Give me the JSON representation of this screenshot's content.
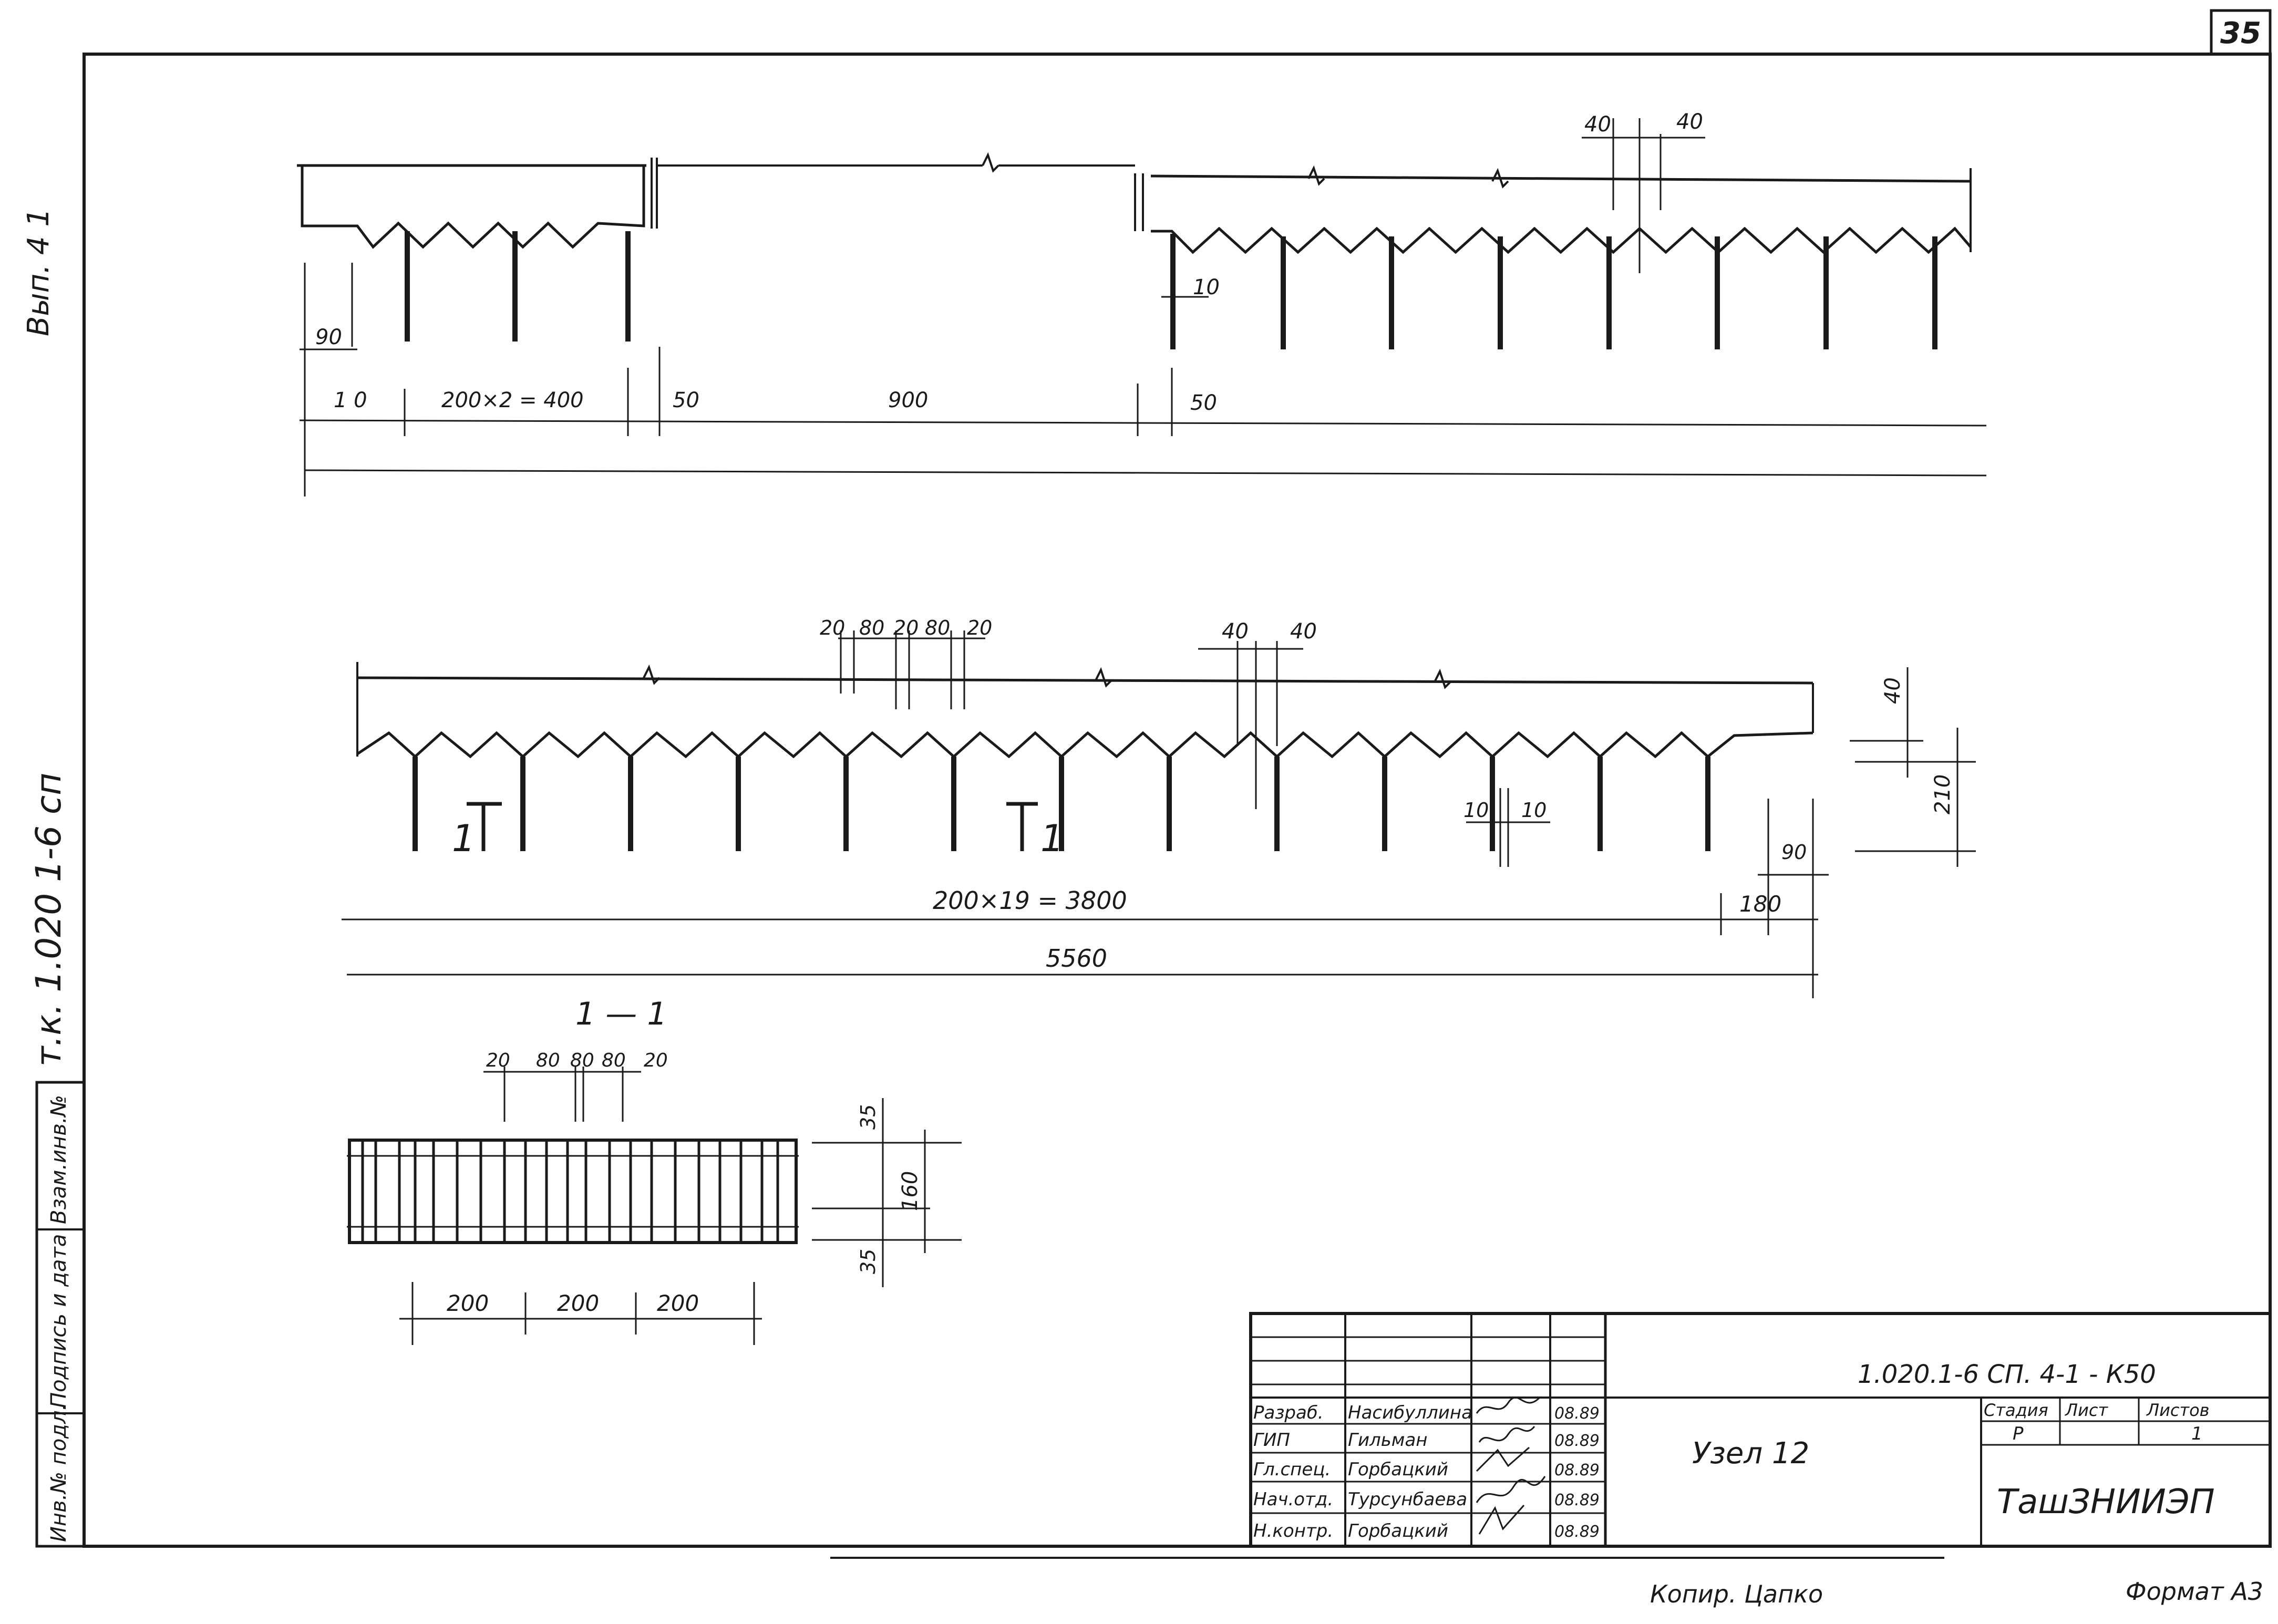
{
  "sheet": {
    "page_number": "35",
    "side_labels": {
      "series": "т.к. 1.020 1-6 сп",
      "issue": "Вып. 4 1"
    },
    "stamp_column": [
      "Инв.№ подл.",
      "Подпись и дата",
      "Взам.инв.№"
    ]
  },
  "dimensions": {
    "top": [
      "40",
      "40",
      "90",
      "10",
      "1 0",
      "200×2 = 400",
      "50",
      "900",
      "50"
    ],
    "middle": [
      "20",
      "80",
      "20",
      "80",
      "20",
      "40",
      "40",
      "40",
      "210",
      "10",
      "10",
      "90",
      "200×19 = 3800",
      "180",
      "5560"
    ],
    "section": [
      "1 — 1",
      "20",
      "80",
      "80",
      "80",
      "20",
      "35",
      "160",
      "35",
      "200",
      "200",
      "200"
    ],
    "section_marks": [
      "1",
      "1"
    ]
  },
  "title_block": {
    "doc_code": "1.020.1-6 СП. 4-1 - К50",
    "title": "Узел 12",
    "stage_header": "Стадия",
    "sheet_header": "Лист",
    "sheets_header": "Листов",
    "stage": "Р",
    "sheet_no": "",
    "sheets_total": "1",
    "organization": "ТашЗНИИЭП",
    "roles": [
      {
        "role": "Разраб.",
        "name": "Насибуллина",
        "date": "08.89"
      },
      {
        "role": "ГИП",
        "name": "Гильман",
        "date": "08.89"
      },
      {
        "role": "Гл.спец.",
        "name": "Горбацкий",
        "date": "08.89"
      },
      {
        "role": "Нач.отд.",
        "name": "Турсунбаева",
        "date": "08.89"
      },
      {
        "role": "Н.контр.",
        "name": "Горбацкий",
        "date": "08.89"
      }
    ]
  },
  "footer": {
    "copied": "Копир. Цапко",
    "format": "Формат А3"
  }
}
